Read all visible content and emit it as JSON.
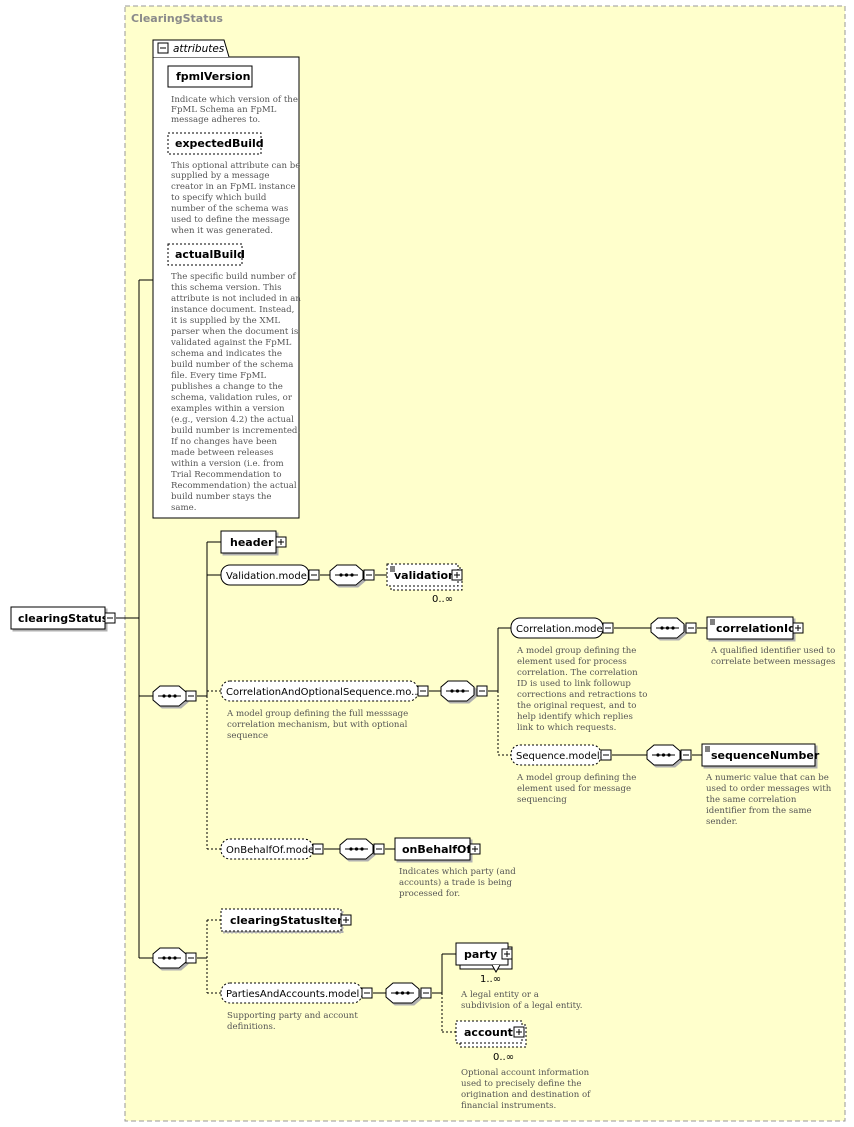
{
  "title": "ClearingStatus",
  "root": {
    "label": "clearingStatus"
  },
  "attributes": {
    "label": "attributes",
    "items": [
      {
        "name": "fpmlVersion",
        "desc": [
          "Indicate which version of the",
          "FpML Schema an FpML",
          "message adheres to."
        ]
      },
      {
        "name": "expectedBuild",
        "desc": [
          "This optional attribute can be",
          "supplied by a message",
          "creator in an FpML instance",
          "to specify which build",
          "number of the schema was",
          "used to define the message",
          "when it was generated."
        ]
      },
      {
        "name": "actualBuild",
        "desc": [
          "The specific build number of",
          "this schema version. This",
          "attribute is not included in an",
          "instance document. Instead,",
          "it is supplied by the XML",
          "parser when the document is",
          "validated against the FpML",
          "schema and indicates the",
          "build number of the schema",
          "file. Every time FpML",
          "publishes a change to the",
          "schema, validation rules, or",
          "examples within a version",
          "(e.g., version 4.2) the actual",
          "build number is incremented.",
          "If no changes have been",
          "made between releases",
          "within a version (i.e. from",
          "Trial Recommendation to",
          "Recommendation) the actual",
          "build number stays the",
          "same."
        ]
      }
    ]
  },
  "nodes": {
    "header": "header",
    "validation_model": "Validation.model",
    "validation": "validation",
    "validation_occ": "0..∞",
    "corr_opt_seq": "CorrelationAndOptionalSequence.mo...",
    "corr_opt_seq_desc": [
      "A model group defining the full messsage",
      "correlation mechanism, but with optional",
      "sequence"
    ],
    "correlation_model": "Correlation.model",
    "correlation_model_desc": [
      "A model group defining the",
      "element used for process",
      "correlation. The correlation",
      "ID is used to link followup",
      "corrections and retractions to",
      "the original request, and to",
      "help identify which replies",
      "link to which requests."
    ],
    "correlation_id": "correlationId",
    "correlation_id_desc": [
      "A qualified identifier used to",
      "correlate between messages"
    ],
    "sequence_model": "Sequence.model",
    "sequence_model_desc": [
      "A model group defining the",
      "element used for message",
      "sequencing"
    ],
    "sequence_number": "sequenceNumber",
    "sequence_number_desc": [
      "A numeric value that can be",
      "used to order messages with",
      "the same correlation",
      "identifier from the same",
      "sender."
    ],
    "on_behalf_of_model": "OnBehalfOf.model",
    "on_behalf_of": "onBehalfOf",
    "on_behalf_of_desc": [
      "Indicates which party (and",
      "accounts) a trade is being",
      "processed for."
    ],
    "clearing_status_item": "clearingStatusItem",
    "parties_accounts_model": "PartiesAndAccounts.model",
    "parties_accounts_desc": [
      "Supporting party and account",
      "definitions."
    ],
    "party": "party",
    "party_occ": "1..∞",
    "party_desc": [
      "A legal entity or a",
      "subdivision of a legal entity."
    ],
    "account": "account",
    "account_occ": "0..∞",
    "account_desc": [
      "Optional account information",
      "used to precisely define the",
      "origination and destination of",
      "financial instruments."
    ]
  },
  "colors": {
    "background": "#ffffcc",
    "border": "#999999",
    "description": "#555555"
  }
}
